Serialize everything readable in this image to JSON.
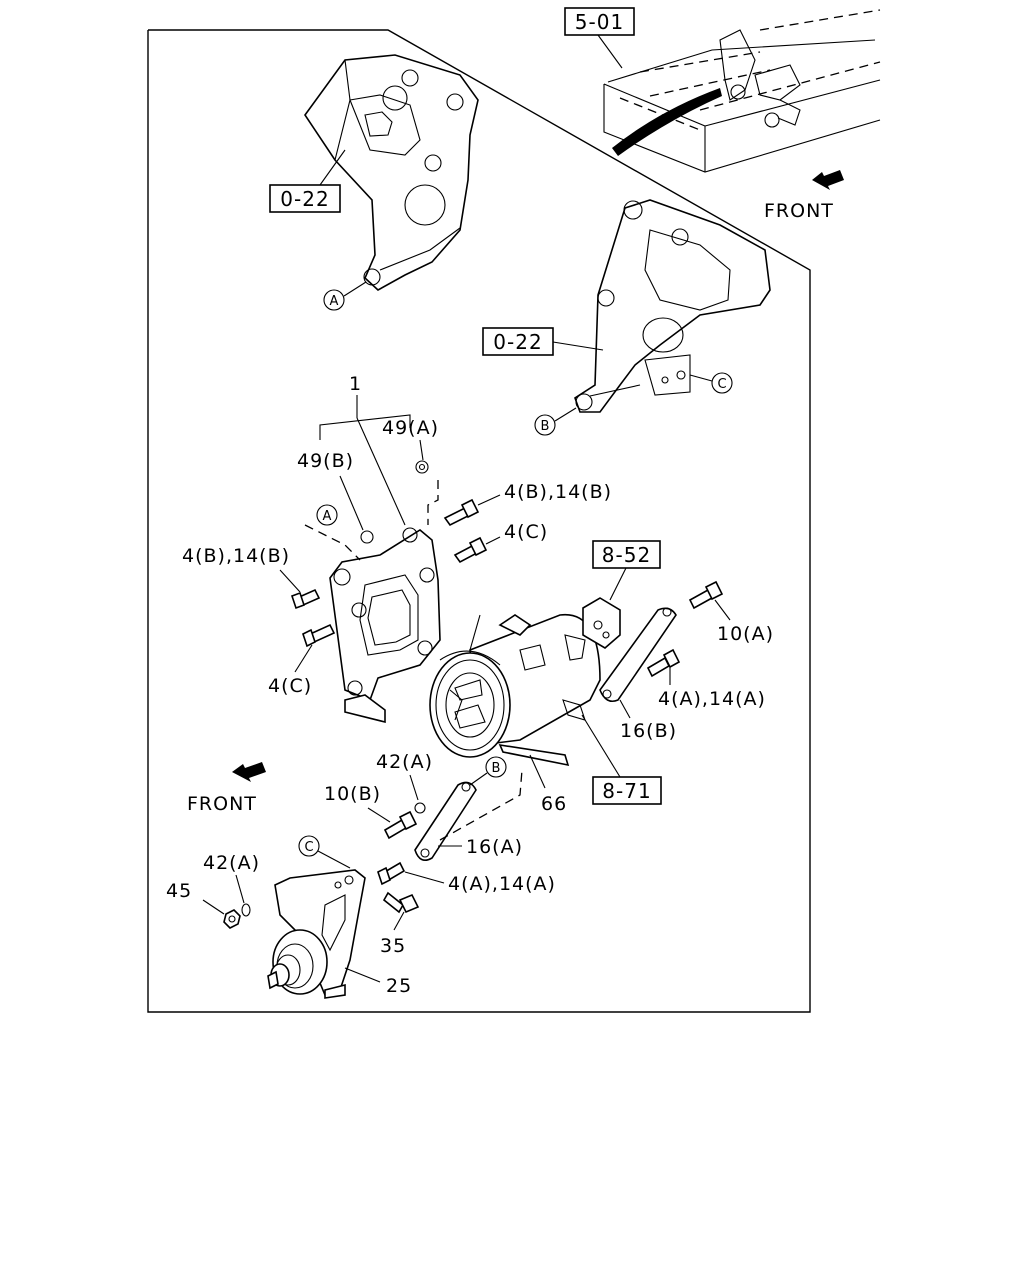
{
  "refs": {
    "r501": "5-01",
    "r022a": "0-22",
    "r022b": "0-22",
    "r852": "8-52",
    "r871": "8-71"
  },
  "front": {
    "top": "FRONT",
    "bottom": "FRONT"
  },
  "circles": {
    "a1": "A",
    "a2": "A",
    "b1": "B",
    "b2": "B",
    "c1": "C",
    "c2": "C"
  },
  "parts": {
    "p1": "1",
    "p49a": "49(A)",
    "p49b": "49(B)",
    "p4b14b_right": "4(B),14(B)",
    "p4c_right": "4(C)",
    "p4b14b_left": "4(B),14(B)",
    "p4c_left": "4(C)",
    "p10a": "10(A)",
    "p4a14a_right": "4(A),14(A)",
    "p16b": "16(B)",
    "p42a_top": "42(A)",
    "p10b": "10(B)",
    "p66": "66",
    "p16a": "16(A)",
    "p4a14a_bottom": "4(A),14(A)",
    "p42a_bottom": "42(A)",
    "p45": "45",
    "p35": "35",
    "p25": "25"
  }
}
